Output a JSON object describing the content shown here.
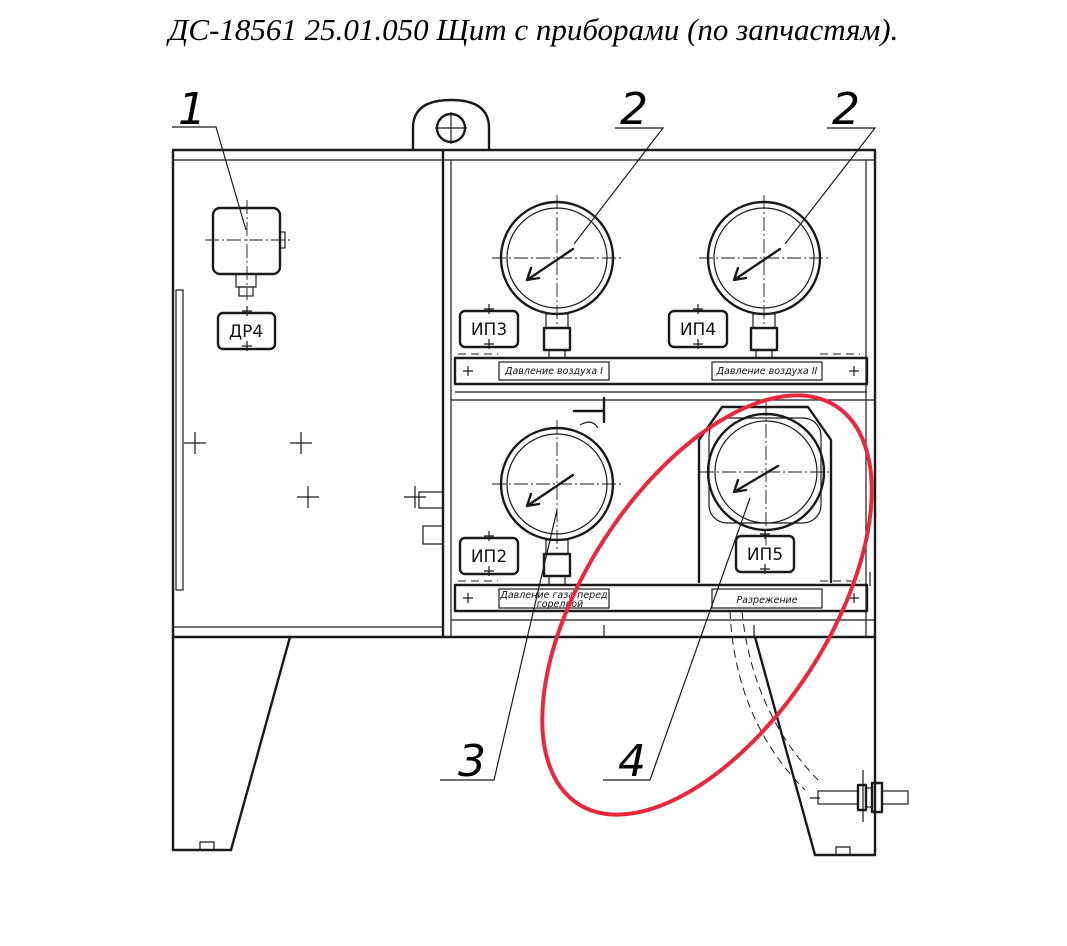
{
  "title": "ДС-18561 25.01.050 Щит с приборами (по запчастям).",
  "callouts": {
    "c1": "1",
    "c2a": "2",
    "c2b": "2",
    "c3": "3",
    "c4": "4"
  },
  "device_tags": {
    "dr4": "ДР4",
    "ip3": "ИП3",
    "ip4": "ИП4",
    "ip2": "ИП2",
    "ip5": "ИП5"
  },
  "plates": {
    "air1": "Давление воздуха I",
    "air2": "Давление воздуха II",
    "gas_line1": "Давление газа перед",
    "gas_line2": "горелкой",
    "vacuum": "Разрежение"
  },
  "colors": {
    "line": "#1a1a1a",
    "highlight": "#e8283c",
    "background": "#ffffff"
  }
}
